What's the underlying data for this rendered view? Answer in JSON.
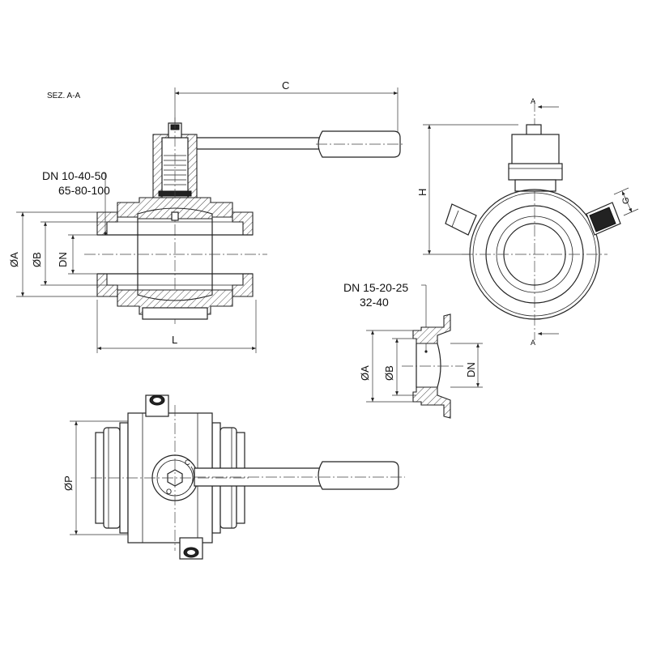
{
  "section_label": "SEZ. A-A",
  "labels": {
    "dim_c": "C",
    "dim_l": "L",
    "dim_h": "H",
    "dim_g": "G",
    "dia_a": "ØA",
    "dia_b": "ØB",
    "dn": "DN",
    "dia_p": "ØP",
    "section_a_top": "A",
    "section_a_bottom": "A",
    "handle_close": "C",
    "handle_open": "O"
  },
  "dn_groups": {
    "main_line1": "DN  10-40-50",
    "main_line2": "65-80-100",
    "detail_line1": "DN  15-20-25",
    "detail_line2": "32-40"
  },
  "detail_labels": {
    "dia_a": "ØA",
    "dia_b": "ØB",
    "dn": "DN"
  }
}
